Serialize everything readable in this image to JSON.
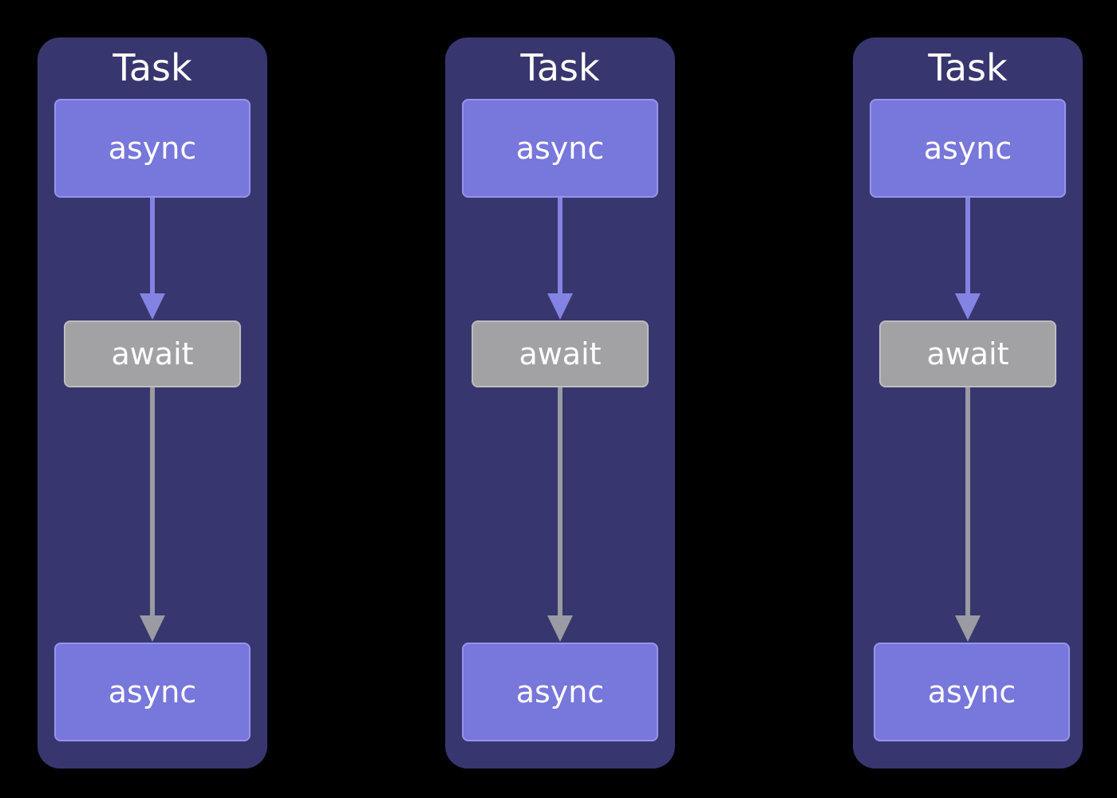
{
  "colors": {
    "background": "#000000",
    "task_panel": "#38366e",
    "async_box": "#7877db",
    "await_box": "#a2a2a4",
    "async_arrow": "#8483e3",
    "await_arrow": "#9a9ba3"
  },
  "tasks": [
    {
      "title": "Task",
      "top_label": "async",
      "middle_label": "await",
      "bottom_label": "async"
    },
    {
      "title": "Task",
      "top_label": "async",
      "middle_label": "await",
      "bottom_label": "async"
    },
    {
      "title": "Task",
      "top_label": "async",
      "middle_label": "await",
      "bottom_label": "async"
    }
  ]
}
